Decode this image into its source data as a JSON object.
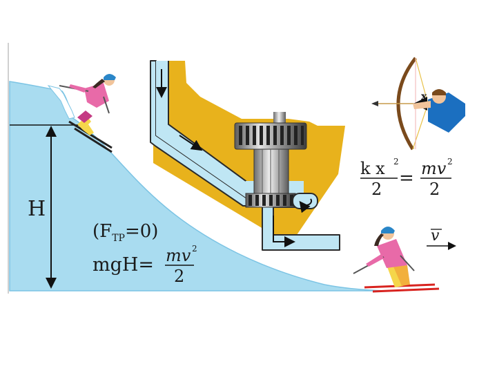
{
  "colors": {
    "water": "#a9dcf0",
    "water_edge": "#7cc4e4",
    "dam_gold": "#e8b21c",
    "pipe_water": "#bfe6f4",
    "text": "#1a1a1a",
    "arrow": "#111111",
    "bow_red": "#d8231f",
    "shirt_blue": "#1b6fc0",
    "jacket_pink": "#e86aa8",
    "skin": "#f1c49b"
  },
  "labels": {
    "height_symbol": "H",
    "friction_prefix": "(F",
    "friction_subscript": "ТР",
    "friction_suffix": "=0)",
    "potential_lhs": "mgH=",
    "potential_numerator": "mv",
    "potential_power": "2",
    "potential_denominator": "2",
    "spring_numerator": "k x",
    "spring_power": "2",
    "spring_denominator": "2",
    "equals": "=",
    "kinetic_numerator": "mv",
    "kinetic_power": "2",
    "kinetic_denominator": "2",
    "displacement_symbol": "x",
    "velocity_symbol": "v"
  },
  "icons": [
    "skier-downhill-icon",
    "skier-flat-icon",
    "archer-icon",
    "turbine-icon",
    "flow-arrow-icon"
  ]
}
